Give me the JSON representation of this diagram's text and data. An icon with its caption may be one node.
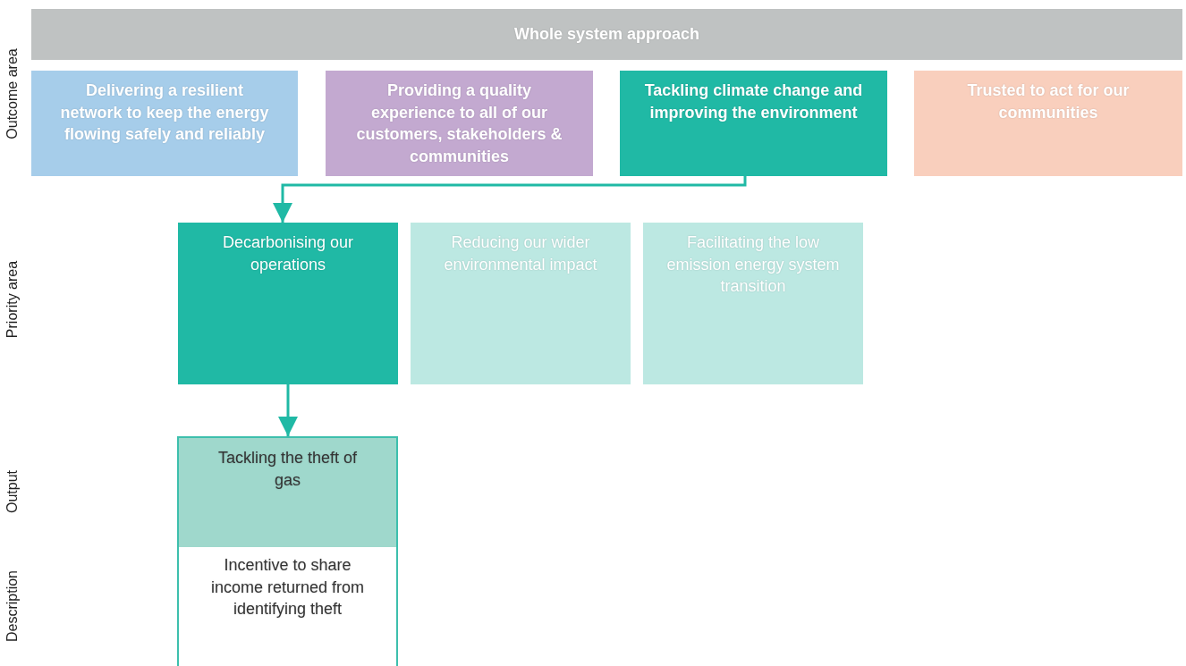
{
  "diagram": {
    "nodes": [
      {
        "text": [
          "Whole system approach"
        ]
      },
      {
        "text": [
          "Delivering a resilient network to keep the energy flowing safely and reliably"
        ]
      },
      {
        "text": [
          "Providing a quality experience to all of our customers, stakeholders & communities"
        ]
      },
      {
        "text": [
          "Tackling climate change and improving the environment"
        ]
      },
      {
        "text": [
          "Trusted to act for our communities"
        ]
      },
      {
        "text": [
          "Decarbonising our operations"
        ]
      },
      {
        "text": [
          "Reducing our wider environmental impact"
        ]
      },
      {
        "text": [
          "Facilitating the low emission energy system transition"
        ]
      },
      {
        "text": [
          "Tackling the theft of gas",
          "Incentive to share income returned from identifying theft"
        ]
      }
    ],
    "edges": [
      {
        "from": 3,
        "to": 5,
        "arrow": "to"
      },
      {
        "from": 5,
        "to": 8,
        "arrow": "to"
      }
    ],
    "labels": [
      "Outcome area",
      "Priority area",
      "Output",
      "Description"
    ]
  }
}
